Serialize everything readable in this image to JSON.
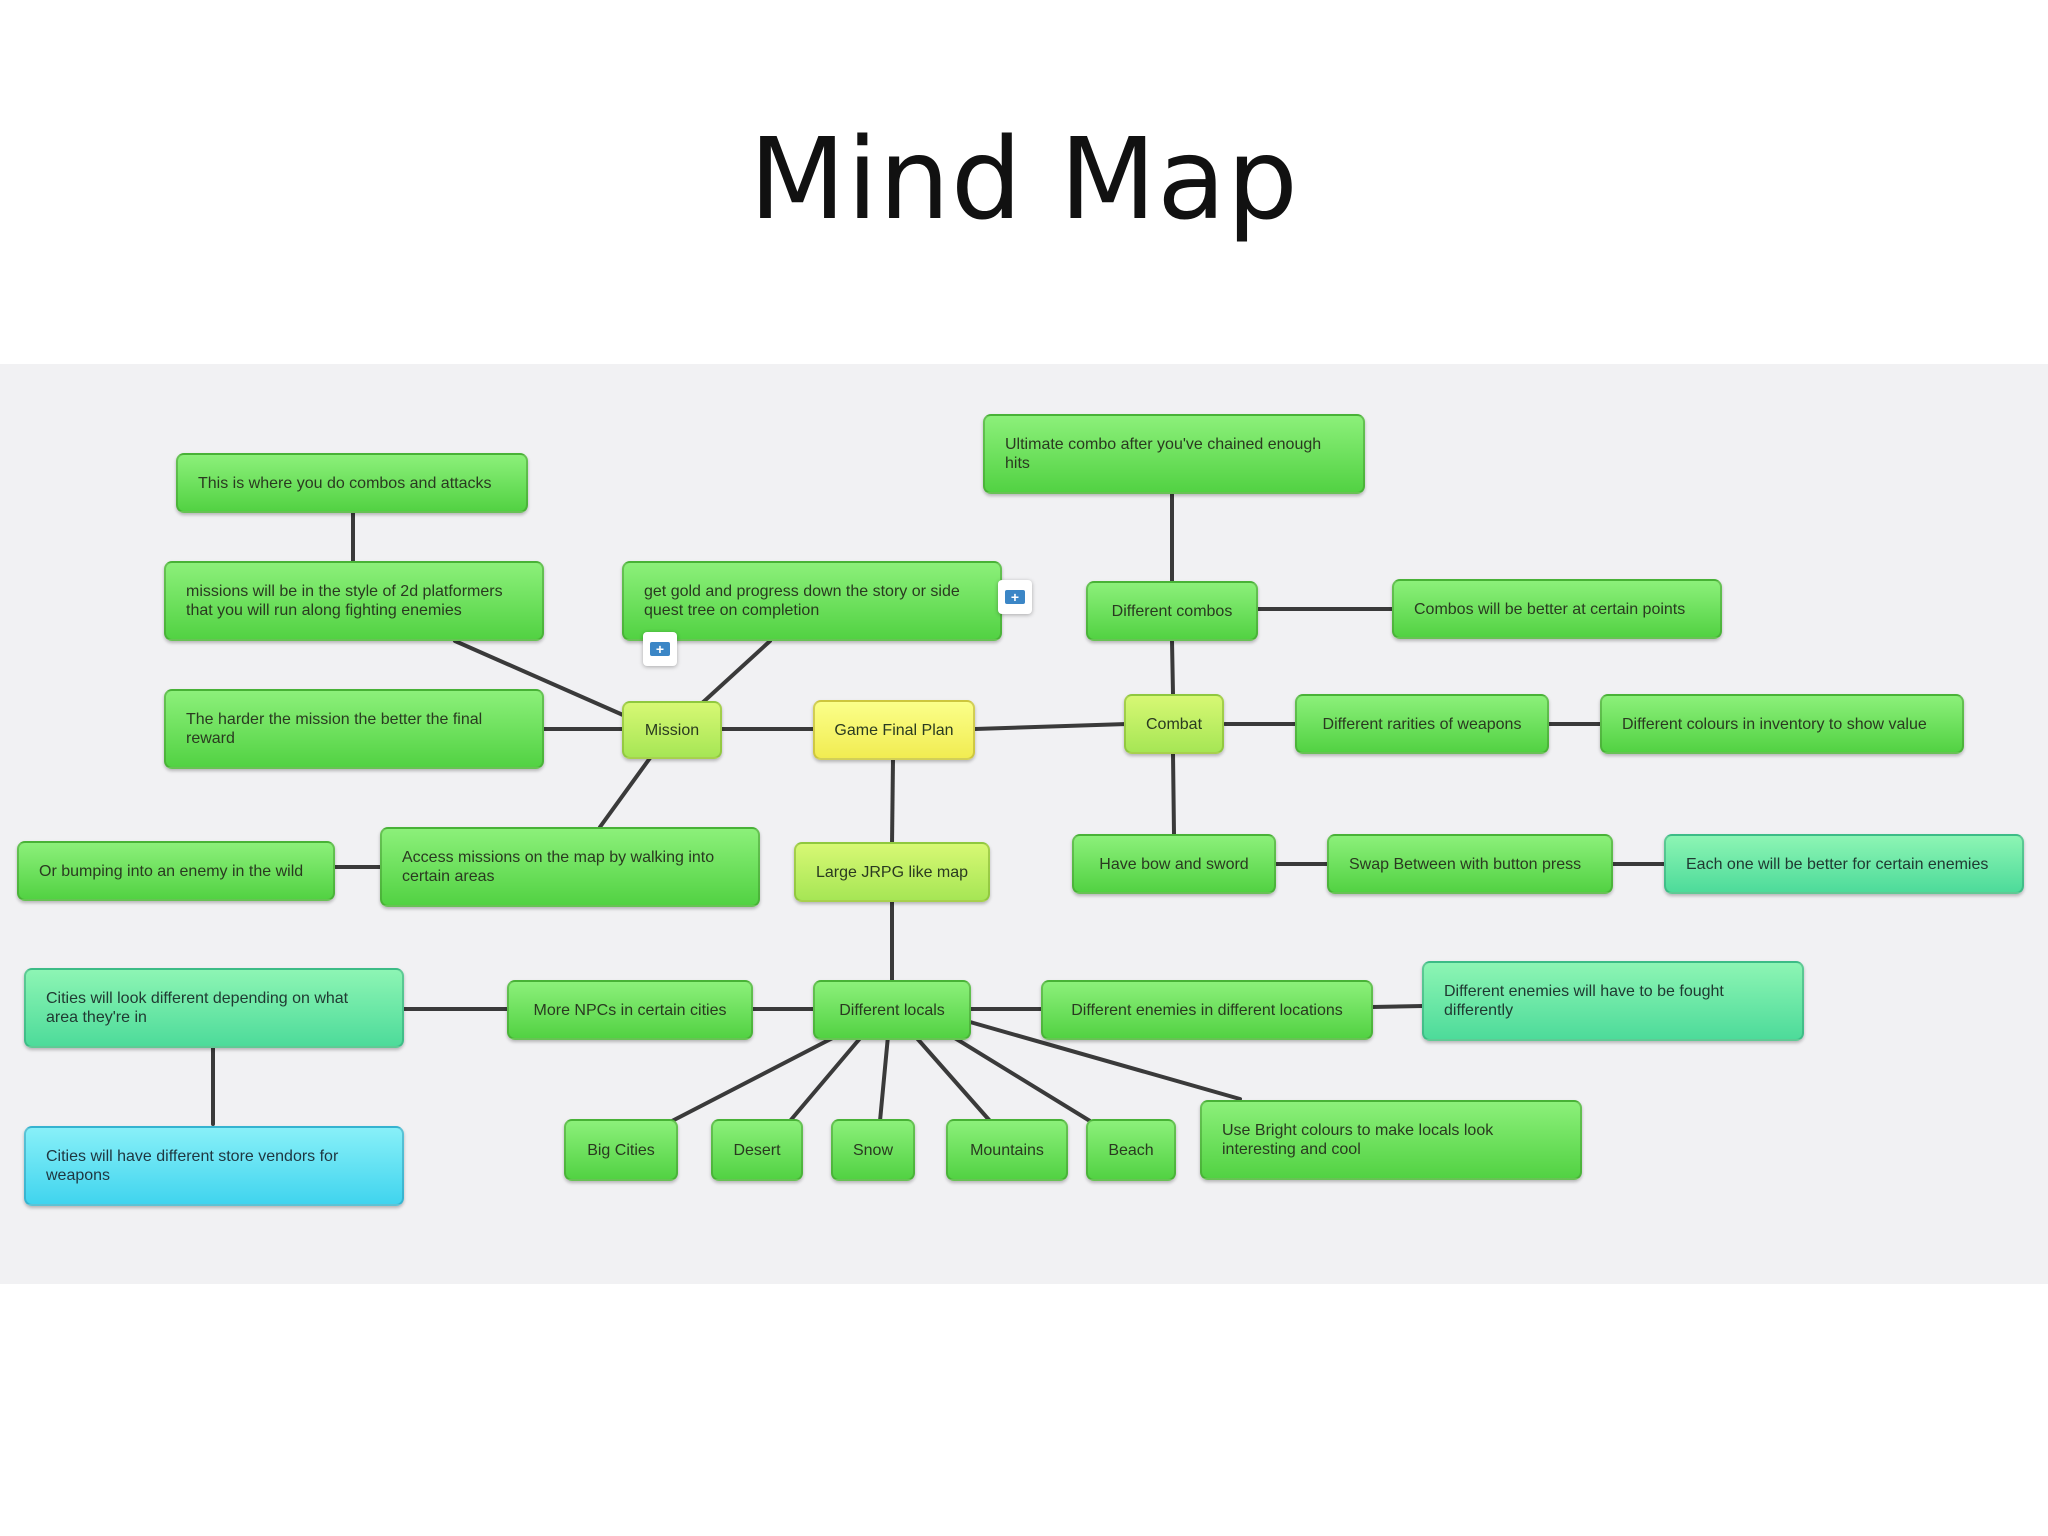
{
  "slide": {
    "title": "Mind Map"
  },
  "nodes": {
    "game_final_plan": "Game Final Plan",
    "mission": "Mission",
    "combat": "Combat",
    "large_jrpg_map": "Large JRPG like map",
    "different_locals": "Different locals",
    "combos_attacks": "This is where you do combos and attacks",
    "missions_style": "missions will be in the style of 2d platformers that you will run along fighting enemies",
    "get_gold": "get gold and progress down the story or side quest tree on completion",
    "harder_mission": "The harder the mission the better the final reward",
    "access_missions": "Access missions on the map by walking into certain areas",
    "bumping_enemy": "Or bumping into an enemy in the wild",
    "ultimate_combo": "Ultimate combo after you've chained enough hits",
    "different_combos": "Different combos",
    "combos_better": "Combos will be better at certain points",
    "rarities": "Different rarities of weapons",
    "colours_inventory": "Different colours in inventory to show value",
    "bow_sword": "Have  bow and sword",
    "swap_between": "Swap Between with button press",
    "each_one_better": "Each one will be better for certain enemies",
    "more_npcs": "More NPCs in certain cities",
    "cities_look": "Cities will look different depending on what area they're in",
    "cities_vendors": "Cities will have different store vendors for weapons",
    "diff_enemies": "Different enemies in different locations",
    "enemies_fought": "Different enemies will have to be fought differently",
    "big_cities": "Big Cities",
    "desert": "Desert",
    "snow": "Snow",
    "mountains": "Mountains",
    "beach": "Beach",
    "bright_colours": "Use Bright colours to make locals look interesting and cool"
  },
  "icons": {
    "add_node": "add-node-icon"
  },
  "colors": {
    "edge": "#3a3a3a",
    "green": "#52d243",
    "root_yellow": "#f1ec52",
    "hub_lime": "#a6e655",
    "teal": "#4ddb9a",
    "cyan": "#40d4ee"
  }
}
